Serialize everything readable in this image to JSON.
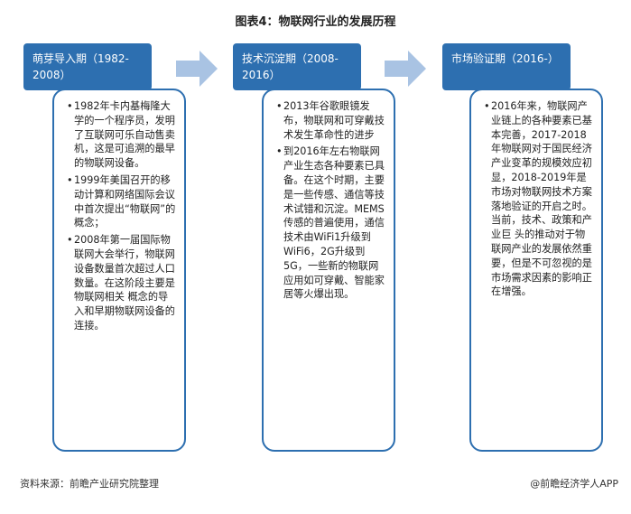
{
  "title": "图表4：物联网行业的发展历程",
  "phases": [
    {
      "header": "萌芽导入期（1982-2008）",
      "bullets": [
        "1982年卡内基梅隆大学的一个程序员，发明了互联网可乐自动售卖机，这是可追溯的最早的物联网设备。",
        "1999年美国召开的移动计算和网络国际会议中首次提出“物联网”的概念；",
        "2008年第一届国际物联网大会举行，物联网设备数量首次超过人口数量。在这阶段主要是物联网相关 概念的导入和早期物联网设备的连接。"
      ]
    },
    {
      "header": "技术沉淀期（2008-2016）",
      "bullets": [
        "2013年谷歌眼镜发布，物联网和可穿戴技术发生革命性的进步",
        "到2016年左右物联网产业生态各种要素已具备。在这个时期，主要是一些传感、通信等技术试错和沉淀。MEMS传感的普遍使用，通信技术由WiFi1升级到WiFi6，2G升级到5G，一些新的物联网应用如可穿戴、智能家居等火爆出现。"
      ]
    },
    {
      "header": "市场验证期（2016-）",
      "bullets": [
        "2016年来，物联网产业链上的各种要素已基本完善，2017-2018年物联网对于国民经济产业变革的规模效应初显，2018-2019年是市场对物联网技术方案落地验证的开启之时。当前，技术、政策和产业巨 头的推动对于物联网产业的发展依然重要，但是不可忽视的是市场需求因素的影响正在增强。"
      ]
    }
  ],
  "footer": {
    "source": "资料来源：前瞻产业研究院整理",
    "credit": "@前瞻经济学人APP"
  }
}
